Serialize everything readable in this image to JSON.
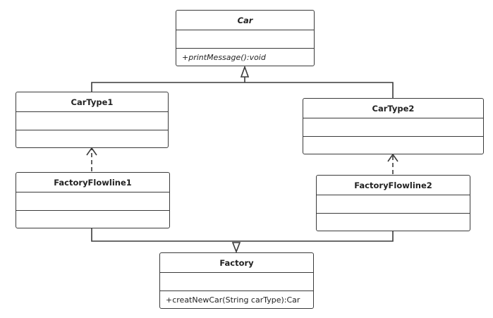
{
  "colors": {
    "line": "#3a3a3a",
    "text": "#222222",
    "background": "#ffffff"
  },
  "classes": {
    "car": {
      "name": "Car",
      "attributes": "",
      "operations": "+printMessage():void"
    },
    "cartype1": {
      "name": "CarType1",
      "attributes": "",
      "operations": ""
    },
    "cartype2": {
      "name": "CarType2",
      "attributes": "",
      "operations": ""
    },
    "factoryflowline1": {
      "name": "FactoryFlowline1",
      "attributes": "",
      "operations": ""
    },
    "factoryflowline2": {
      "name": "FactoryFlowline2",
      "attributes": "",
      "operations": ""
    },
    "factory": {
      "name": "Factory",
      "attributes": "",
      "operations": "+creatNewCar(String carType):Car"
    }
  },
  "relationships": [
    {
      "type": "generalization",
      "from": "CarType1",
      "to": "Car"
    },
    {
      "type": "generalization",
      "from": "CarType2",
      "to": "Car"
    },
    {
      "type": "dependency",
      "from": "FactoryFlowline1",
      "to": "CarType1"
    },
    {
      "type": "dependency",
      "from": "FactoryFlowline2",
      "to": "CarType2"
    },
    {
      "type": "generalization",
      "from": "FactoryFlowline1",
      "to": "Factory"
    },
    {
      "type": "generalization",
      "from": "FactoryFlowline2",
      "to": "Factory"
    }
  ]
}
